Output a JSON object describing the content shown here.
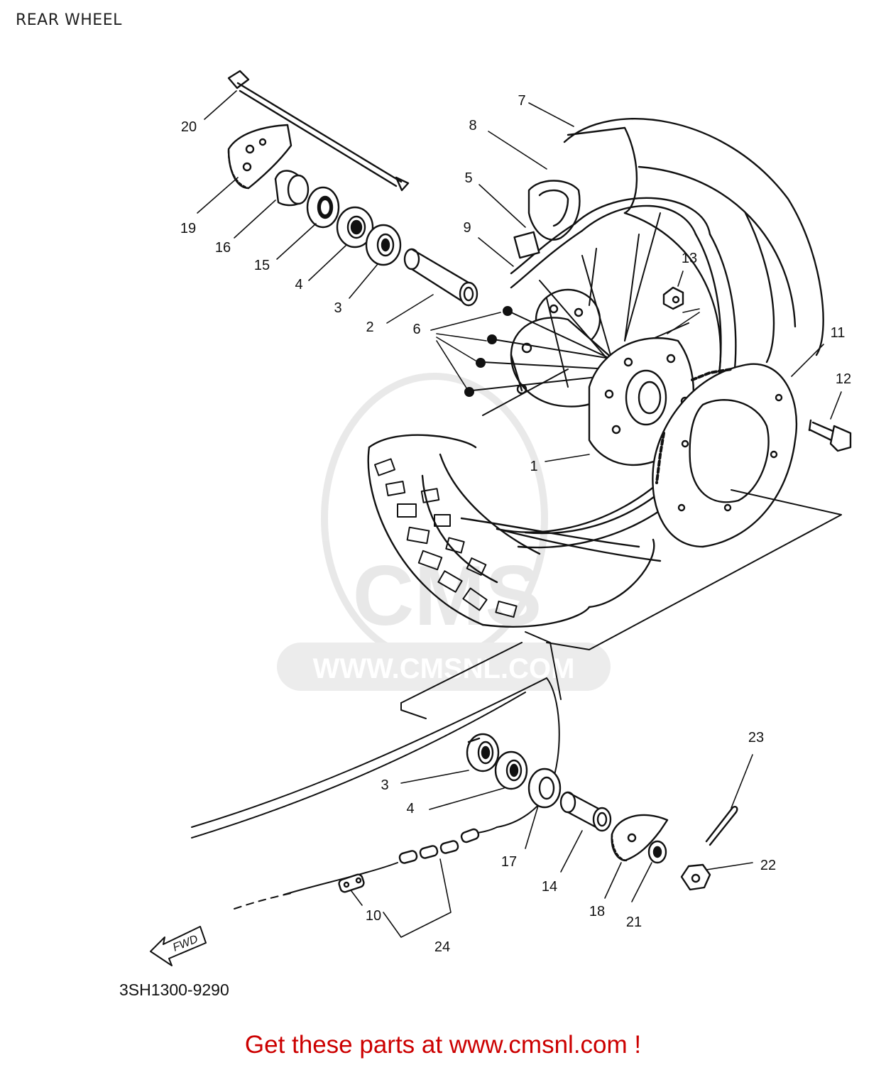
{
  "page": {
    "title": "REAR WHEEL"
  },
  "diagram": {
    "watermark": "WWW.CMSNL.COM",
    "watermark_logo": "CMS",
    "fwd_label": "FWD",
    "part_code": "3SH1300-9290",
    "callouts": {
      "c1": "1",
      "c2": "2",
      "c3a": "3",
      "c3b": "3",
      "c4a": "4",
      "c4b": "4",
      "c5": "5",
      "c6": "6",
      "c7": "7",
      "c8": "8",
      "c9": "9",
      "c10": "10",
      "c11": "11",
      "c12": "12",
      "c13": "13",
      "c14": "14",
      "c15": "15",
      "c16": "16",
      "c17": "17",
      "c18": "18",
      "c19": "19",
      "c20": "20",
      "c21": "21",
      "c22": "22",
      "c23": "23",
      "c24": "24"
    }
  },
  "footer": {
    "text": "Get these parts at www.cmsnl.com !"
  }
}
